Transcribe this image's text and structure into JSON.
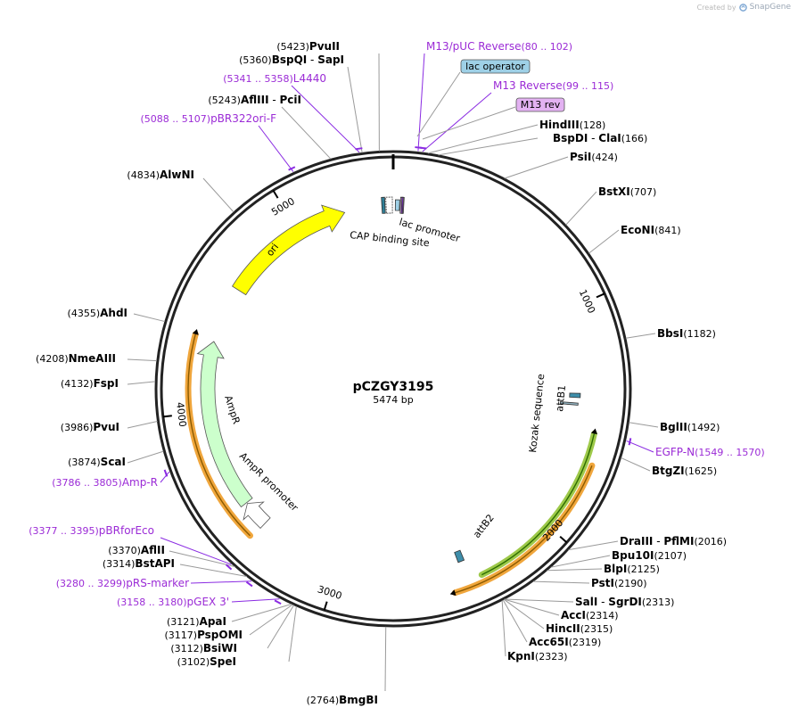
{
  "credit": {
    "prefix": "Created by",
    "brand": "SnapGene"
  },
  "plasmid": {
    "name": "pCZGY3195",
    "length_label": "5474 bp",
    "length": 5474
  },
  "colors": {
    "backbone": "#222222",
    "enzyme_line": "#9a9a9a",
    "primer": "#9b2bd6",
    "ori_fill": "#ffff00",
    "ampr_fill": "#ccffcc",
    "promoter_fill": "#ffffff",
    "primer_feature_line": "#8a2be2",
    "attB_fill": "#3e8eaa",
    "cap_fill": "#2f7f97",
    "lac_op_fill": "#9ed0e6",
    "m13rev_fill": "#e3b2f2",
    "orange_halo": "#f0a63c",
    "green_halo": "#9ec94a"
  },
  "tick_labels": [
    {
      "bp": 1000,
      "label": "1000"
    },
    {
      "bp": 2000,
      "label": "2000"
    },
    {
      "bp": 3000,
      "label": "3000"
    },
    {
      "bp": 4000,
      "label": "4000"
    },
    {
      "bp": 5000,
      "label": "5000"
    }
  ],
  "enzymes": [
    {
      "id": "pvuii",
      "bp": 5423,
      "name": "PvuII",
      "pos": "(5423)",
      "side": "L"
    },
    {
      "id": "bspqi",
      "bp": 5360,
      "name": "BspQI",
      "name2": "SapI",
      "pos": "(5360)",
      "side": "L"
    },
    {
      "id": "afliii",
      "bp": 5243,
      "name": "AflIII",
      "name2": "PciI",
      "pos": "(5243)",
      "side": "L"
    },
    {
      "id": "alwni",
      "bp": 4834,
      "name": "AlwNI",
      "pos": "(4834)",
      "side": "L"
    },
    {
      "id": "ahdi",
      "bp": 4355,
      "name": "AhdI",
      "pos": "(4355)",
      "side": "L"
    },
    {
      "id": "nmeaiii",
      "bp": 4208,
      "name": "NmeAIII",
      "pos": "(4208)",
      "side": "L"
    },
    {
      "id": "fspi",
      "bp": 4132,
      "name": "FspI",
      "pos": "(4132)",
      "side": "L"
    },
    {
      "id": "pvui",
      "bp": 3986,
      "name": "PvuI",
      "pos": "(3986)",
      "side": "L"
    },
    {
      "id": "scai",
      "bp": 3874,
      "name": "ScaI",
      "pos": "(3874)",
      "side": "L"
    },
    {
      "id": "afl2",
      "bp": 3370,
      "name": "AflII",
      "pos": "(3370)",
      "side": "L"
    },
    {
      "id": "bstapi",
      "bp": 3314,
      "name": "BstAPI",
      "pos": "(3314)",
      "side": "L"
    },
    {
      "id": "apai",
      "bp": 3121,
      "name": "ApaI",
      "pos": "(3121)",
      "side": "L"
    },
    {
      "id": "pspomi",
      "bp": 3117,
      "name": "PspOMI",
      "pos": "(3117)",
      "side": "L"
    },
    {
      "id": "bsiwi",
      "bp": 3112,
      "name": "BsiWI",
      "pos": "(3112)",
      "side": "L"
    },
    {
      "id": "spei",
      "bp": 3102,
      "name": "SpeI",
      "pos": "(3102)",
      "side": "L"
    },
    {
      "id": "bmgbi",
      "bp": 2764,
      "name": "BmgBI",
      "pos": "(2764)",
      "side": "L"
    },
    {
      "id": "hindiii",
      "bp": 128,
      "name": "HindIII",
      "pos": "(128)",
      "side": "R"
    },
    {
      "id": "bspdi",
      "bp": 166,
      "name": "BspDI",
      "name2": "ClaI",
      "pos": "(166)",
      "side": "R"
    },
    {
      "id": "psii",
      "bp": 424,
      "name": "PsiI",
      "pos": "(424)",
      "side": "R"
    },
    {
      "id": "bstxi",
      "bp": 707,
      "name": "BstXI",
      "pos": "(707)",
      "side": "R"
    },
    {
      "id": "econi",
      "bp": 841,
      "name": "EcoNI",
      "pos": "(841)",
      "side": "R"
    },
    {
      "id": "bbsi",
      "bp": 1182,
      "name": "BbsI",
      "pos": "(1182)",
      "side": "R"
    },
    {
      "id": "bglii",
      "bp": 1492,
      "name": "BglII",
      "pos": "(1492)",
      "side": "R"
    },
    {
      "id": "btgzi",
      "bp": 1625,
      "name": "BtgZI",
      "pos": "(1625)",
      "side": "R"
    },
    {
      "id": "draiii",
      "bp": 2016,
      "name": "DraIII",
      "name2": "PflMI",
      "pos": "(2016)",
      "side": "R"
    },
    {
      "id": "bpu10i",
      "bp": 2107,
      "name": "Bpu10I",
      "pos": "(2107)",
      "side": "R"
    },
    {
      "id": "blpi",
      "bp": 2125,
      "name": "BlpI",
      "pos": "(2125)",
      "side": "R"
    },
    {
      "id": "psti",
      "bp": 2190,
      "name": "PstI",
      "pos": "(2190)",
      "side": "R"
    },
    {
      "id": "sali",
      "bp": 2313,
      "name": "SalI",
      "name2": "SgrDI",
      "pos": "(2313)",
      "side": "R"
    },
    {
      "id": "acci",
      "bp": 2314,
      "name": "AccI",
      "pos": "(2314)",
      "side": "R"
    },
    {
      "id": "hincii",
      "bp": 2315,
      "name": "HincII",
      "pos": "(2315)",
      "side": "R"
    },
    {
      "id": "acc65i",
      "bp": 2319,
      "name": "Acc65I",
      "pos": "(2319)",
      "side": "R"
    },
    {
      "id": "kpni",
      "bp": 2323,
      "name": "KpnI",
      "pos": "(2323)",
      "side": "R"
    }
  ],
  "primers": [
    {
      "id": "m13puc",
      "bp": 91,
      "name": "M13/pUC Reverse",
      "range": "(80 .. 102)",
      "side": "R"
    },
    {
      "id": "m13rev",
      "bp": 107,
      "name": "M13 Reverse",
      "range": "(99 .. 115)",
      "side": "R"
    },
    {
      "id": "l4440",
      "bp": 5350,
      "name": "L4440",
      "range": "(5341 .. 5358)",
      "side": "L"
    },
    {
      "id": "pbr322ori",
      "bp": 5098,
      "name": "pBR322ori-F",
      "range": "(5088 .. 5107)",
      "side": "L"
    },
    {
      "id": "ampr",
      "bp": 3796,
      "name": "Amp-R",
      "range": "(3786 .. 3805)",
      "side": "L"
    },
    {
      "id": "pbrforeco",
      "bp": 3386,
      "name": "pBRforEco",
      "range": "(3377 .. 3395)",
      "side": "L"
    },
    {
      "id": "prsmarker",
      "bp": 3290,
      "name": "pRS-marker",
      "range": "(3280 .. 3299)",
      "side": "L"
    },
    {
      "id": "pgex3",
      "bp": 3169,
      "name": "pGEX 3'",
      "range": "(3158 .. 3180)",
      "side": "L"
    },
    {
      "id": "egfpn",
      "bp": 1560,
      "name": "EGFP-N",
      "range": "(1549 .. 1570)",
      "side": "R"
    }
  ],
  "feature_labels": {
    "ori": "ori",
    "ampr": "AmpR",
    "ampr_promoter": "AmpR promoter",
    "lac_promoter": "lac promoter",
    "cap_site": "CAP binding site",
    "kozak": "Kozak sequence",
    "attb1": "attB1",
    "attb2": "attB2",
    "lac_operator": "lac operator",
    "m13_rev_box": "M13 rev"
  }
}
